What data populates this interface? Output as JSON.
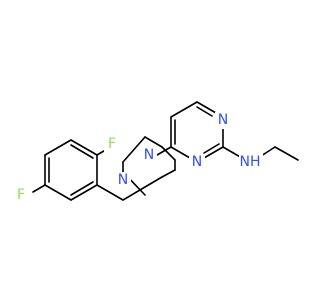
{
  "molecule": {
    "colors": {
      "bond": "#000000",
      "nitrogen": "#3050F8",
      "fluorine": "#90E050"
    },
    "atoms": {
      "f1": "F",
      "f2": "F",
      "n_pip_a": "N",
      "n_pip_b": "N",
      "n_pyr_1": "N",
      "n_pyr_3": "N",
      "nh": "NH"
    }
  }
}
